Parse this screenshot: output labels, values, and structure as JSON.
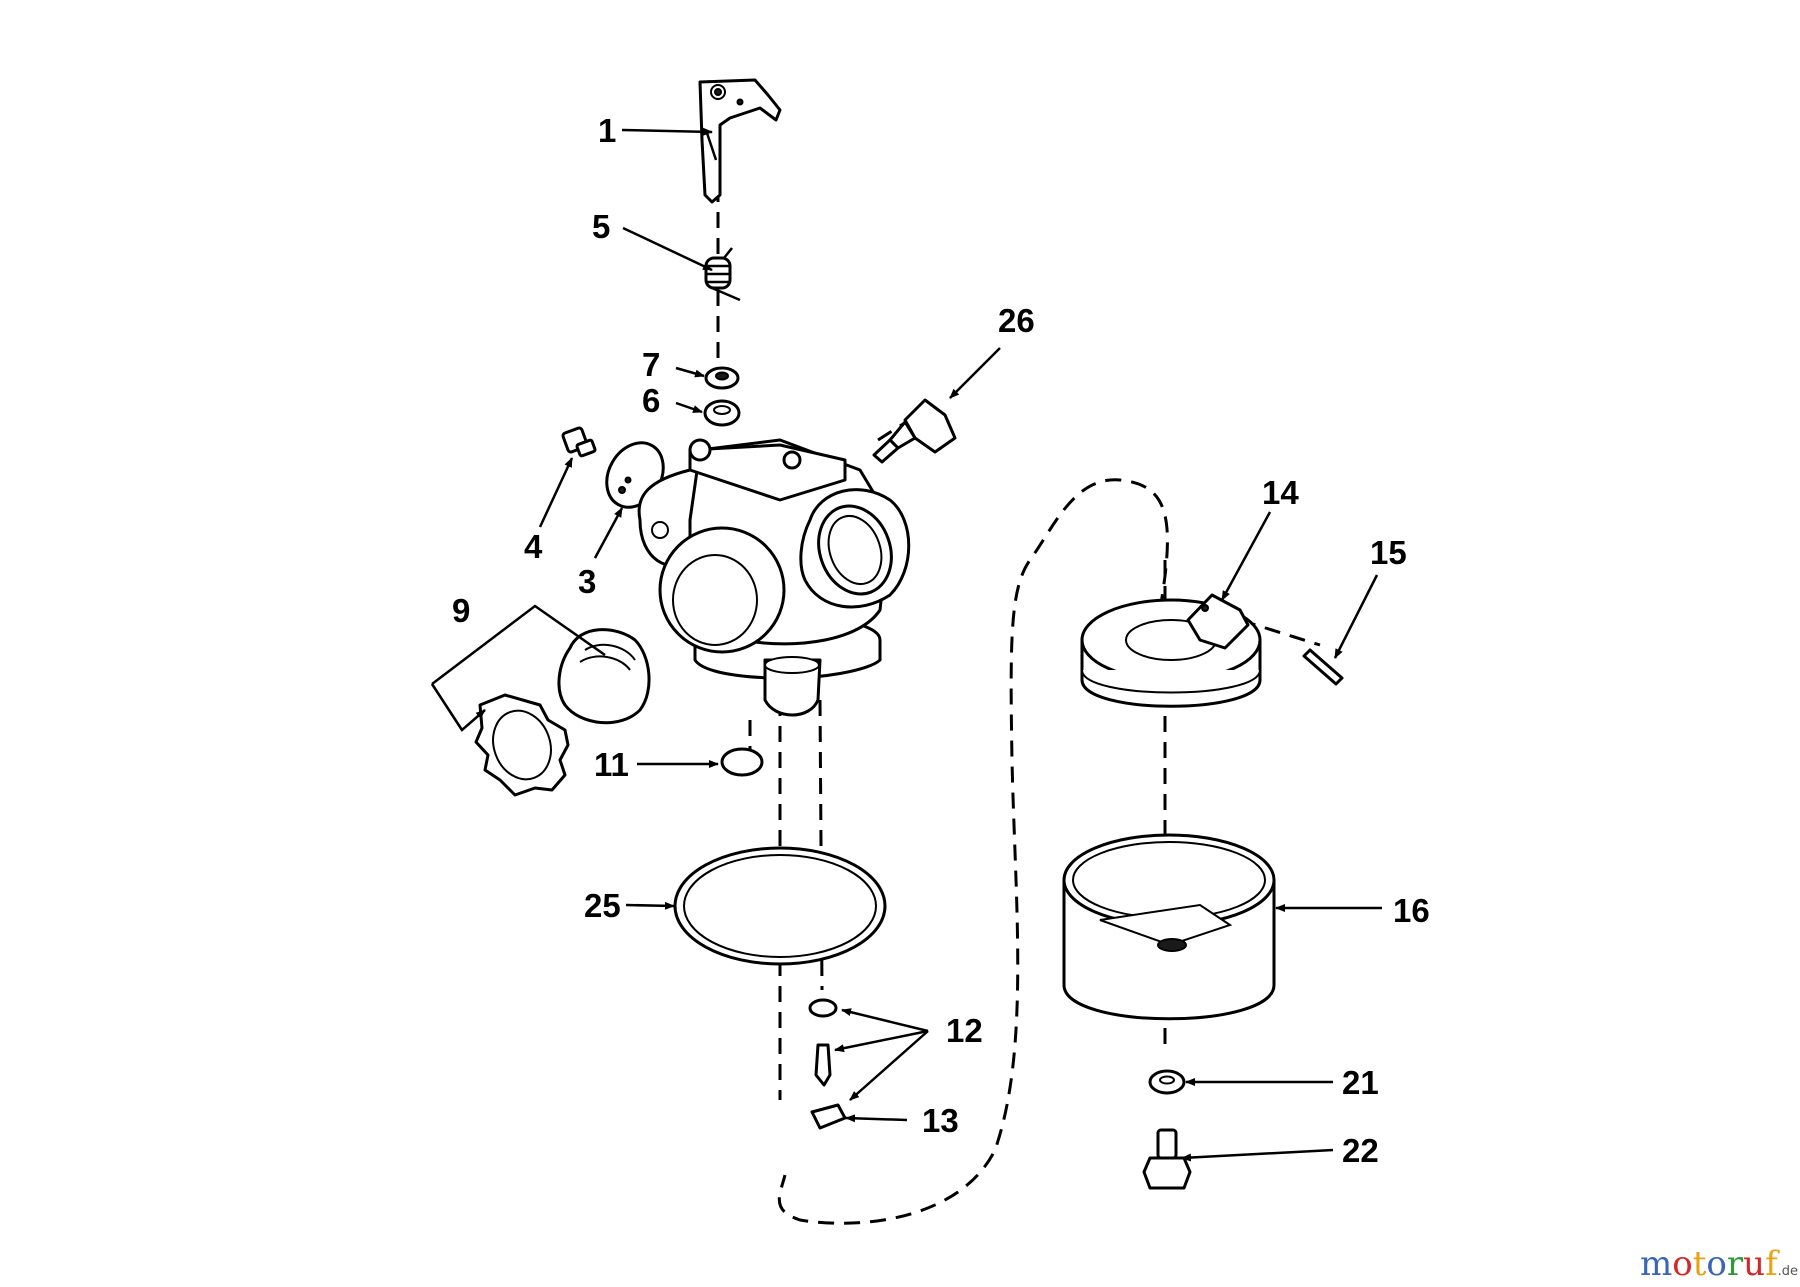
{
  "callouts": {
    "p1": "1",
    "p3": "3",
    "p4": "4",
    "p5": "5",
    "p6": "6",
    "p7": "7",
    "p9": "9",
    "p11": "11",
    "p12": "12",
    "p13": "13",
    "p14": "14",
    "p15": "15",
    "p16": "16",
    "p21": "21",
    "p22": "22",
    "p25": "25",
    "p26": "26"
  },
  "watermark": {
    "letters": [
      "m",
      "o",
      "t",
      "o",
      "r",
      "u",
      "f"
    ],
    "letter_colors": [
      "#3a64b4",
      "#d22828",
      "#e8a314",
      "#3a64b4",
      "#2f9a3a",
      "#d22828",
      "#e8a314"
    ],
    "suffix": ".de"
  }
}
